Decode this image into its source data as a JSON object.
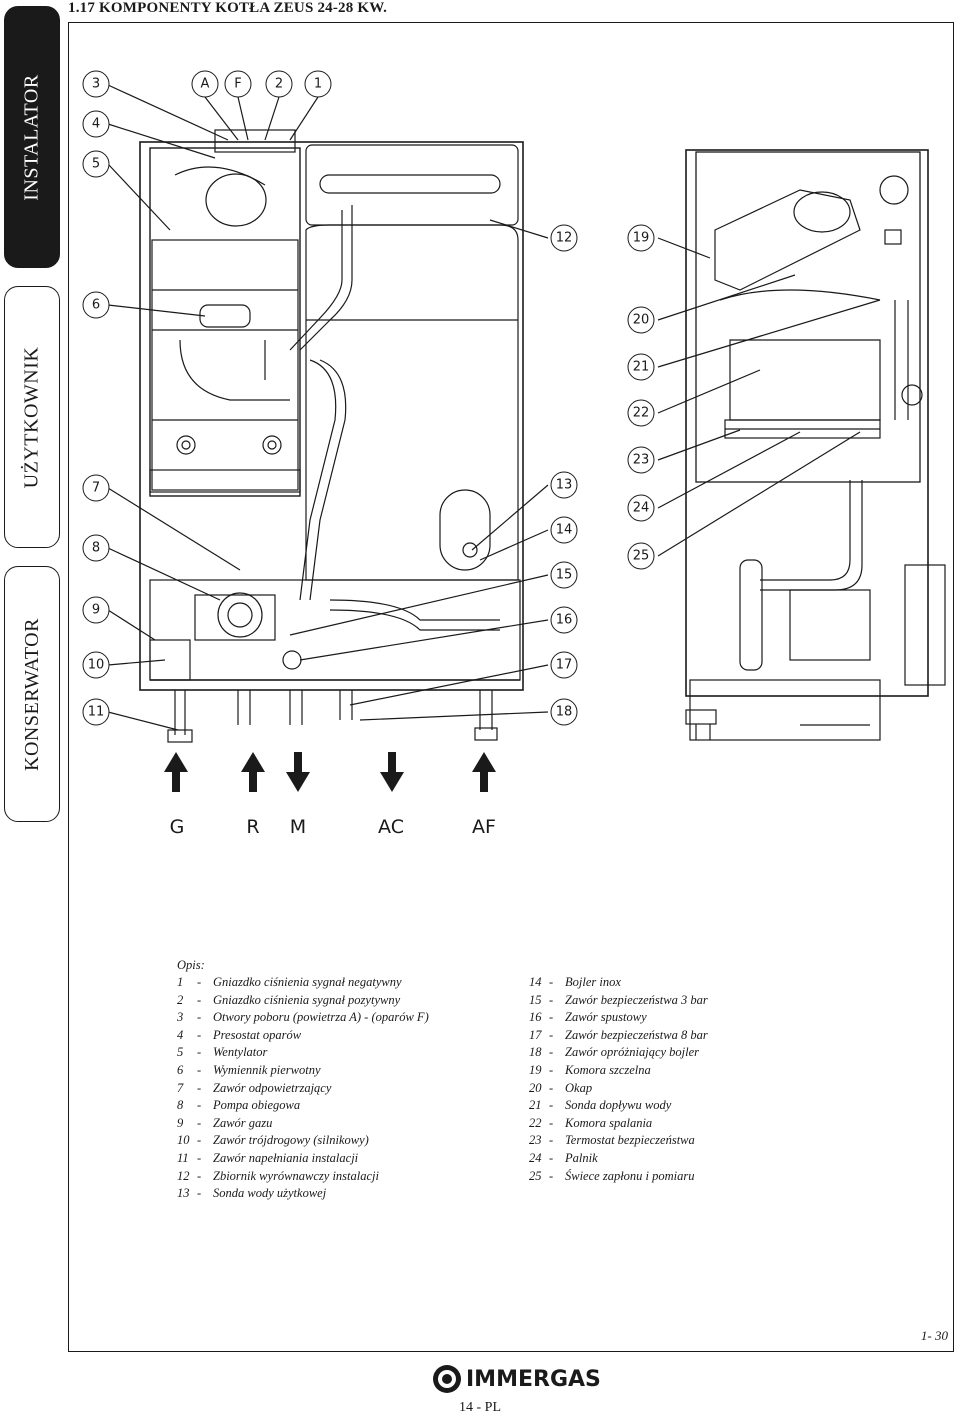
{
  "header": {
    "title": "1.17 KOMPONENTY KOTŁA ZEUS 24-28 KW."
  },
  "side_tabs": [
    "INSTALATOR",
    "UŻYTKOWNIK",
    "KONSERWATOR"
  ],
  "diagram": {
    "callouts_top": [
      "3",
      "A",
      "F",
      "2",
      "1"
    ],
    "callouts_left": [
      "4",
      "5",
      "6",
      "7",
      "8",
      "9",
      "10",
      "11"
    ],
    "callouts_mid": [
      "12",
      "13",
      "14",
      "15",
      "16",
      "17",
      "18"
    ],
    "callouts_right": [
      "19",
      "20",
      "21",
      "22",
      "23",
      "24",
      "25"
    ],
    "connections": [
      "G",
      "R",
      "M",
      "AC",
      "AF"
    ]
  },
  "legend": {
    "title": "Opis:",
    "left": [
      {
        "n": "1",
        "t": "Gniazdko ciśnienia sygnał negatywny"
      },
      {
        "n": "2",
        "t": "Gniazdko ciśnienia sygnał pozytywny"
      },
      {
        "n": "3",
        "t": "Otwory poboru (powietrza A) - (oparów F)"
      },
      {
        "n": "4",
        "t": "Presostat oparów"
      },
      {
        "n": "5",
        "t": "Wentylator"
      },
      {
        "n": "6",
        "t": "Wymiennik pierwotny"
      },
      {
        "n": "7",
        "t": "Zawór odpowietrzający"
      },
      {
        "n": "8",
        "t": "Pompa obiegowa"
      },
      {
        "n": "9",
        "t": "Zawór gazu"
      },
      {
        "n": "10",
        "t": "Zawór trójdrogowy (silnikowy)"
      },
      {
        "n": "11",
        "t": "Zawór napełniania instalacji"
      },
      {
        "n": "12",
        "t": "Zbiornik wyrównawczy instalacji"
      },
      {
        "n": "13",
        "t": "Sonda wody użytkowej"
      }
    ],
    "right": [
      {
        "n": "14",
        "t": "Bojler inox"
      },
      {
        "n": "15",
        "t": "Zawór bezpieczeństwa 3 bar"
      },
      {
        "n": "16",
        "t": "Zawór spustowy"
      },
      {
        "n": "17",
        "t": "Zawór bezpieczeństwa 8 bar"
      },
      {
        "n": "18",
        "t": "Zawór opróżniający bojler"
      },
      {
        "n": "19",
        "t": "Komora szczelna"
      },
      {
        "n": "20",
        "t": "Okap"
      },
      {
        "n": "21",
        "t": "Sonda dopływu wody"
      },
      {
        "n": "22",
        "t": "Komora spalania"
      },
      {
        "n": "23",
        "t": "Termostat bezpieczeństwa"
      },
      {
        "n": "24",
        "t": "Palnik"
      },
      {
        "n": "25",
        "t": "Świece zapłonu i pomiaru"
      }
    ]
  },
  "page_number": "1- 30",
  "logo_text": "IMMERGAS",
  "footer_page": "14 - PL"
}
